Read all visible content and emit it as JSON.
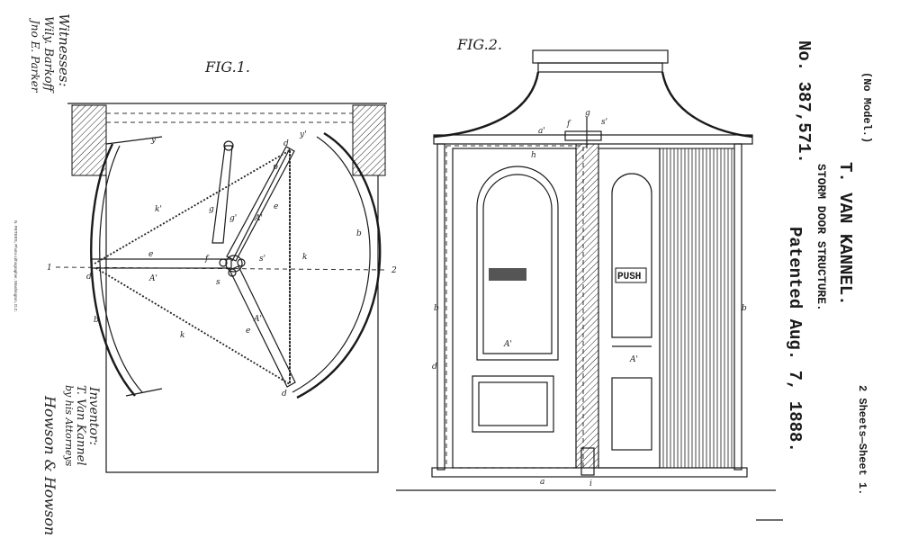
{
  "header": {
    "no_model": "(No Model.)",
    "sheets": "2 Sheets—Sheet 1.",
    "inventor_name": "T. VAN KANNEL.",
    "title": "STORM DOOR STRUCTURE.",
    "patent_number": "No. 387,571.",
    "patented_date": "Patented Aug. 7, 1888."
  },
  "witnesses": {
    "label": "Witnesses:",
    "names": [
      "Wily. Barkoff",
      "Jno E. Parker"
    ]
  },
  "inventor": {
    "label": "Inventor:",
    "name": "T. Van Kannel",
    "by": "by his Attorneys",
    "attorneys": "Howson & Howson"
  },
  "printer": "N. PETERS, Photo-Lithographer, Washington, D.C.",
  "figures": {
    "fig1": {
      "title": "FIG.1.",
      "section_left": "1",
      "section_right": "2",
      "labels": [
        "y",
        "y'",
        "d",
        "d",
        "d",
        "b",
        "b",
        "e",
        "e",
        "e",
        "k",
        "k",
        "k'",
        "A'",
        "A'",
        "A'",
        "g",
        "g'",
        "f",
        "s",
        "s'",
        "p"
      ]
    },
    "fig2": {
      "title": "FIG.2.",
      "push_sign": "PUSH",
      "labels": [
        "a",
        "a'",
        "b",
        "b",
        "d",
        "f",
        "g",
        "s'",
        "h",
        "A'",
        "A'",
        "i"
      ]
    }
  }
}
